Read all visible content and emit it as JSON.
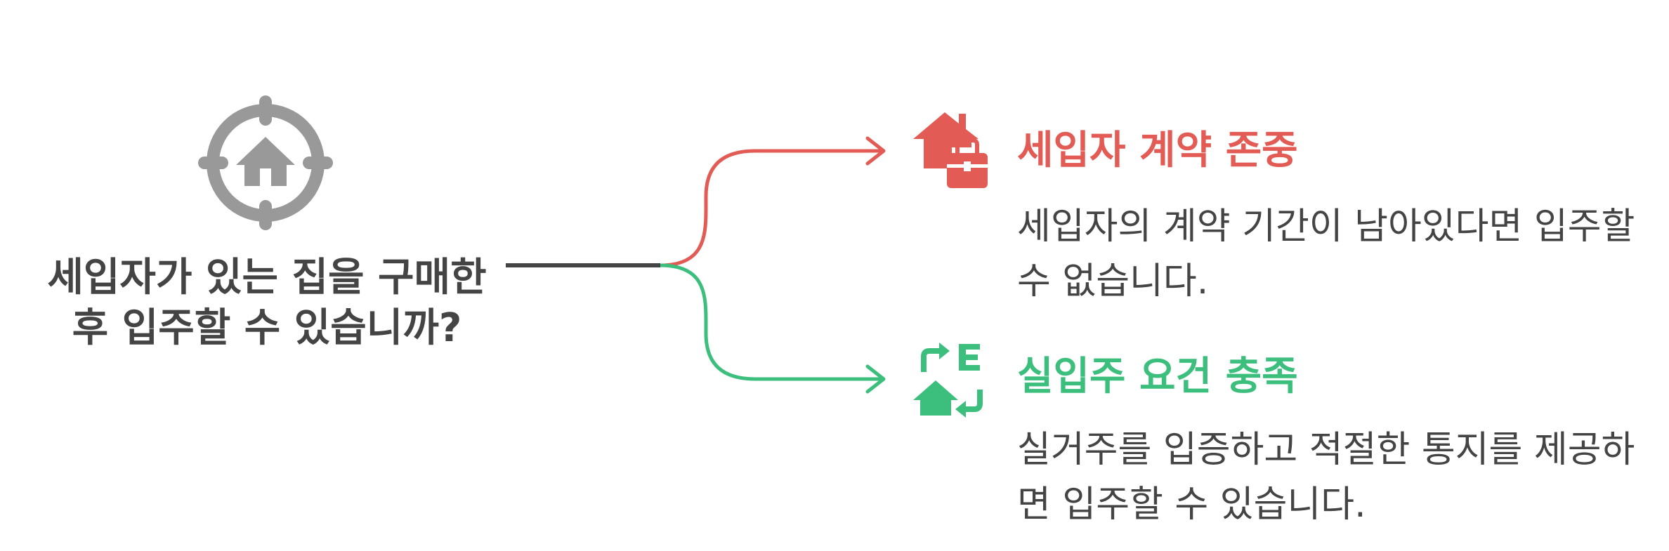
{
  "question": "세입자가 있는 집을 구매한 후 입주할 수 있습니까?",
  "options": [
    {
      "title": "세입자 계약 존중",
      "description": "세입자의 계약 기간이 남아있다면 입주할 수 없습니다.",
      "color": "#e35b55",
      "icon": "house-lock-icon"
    },
    {
      "title": "실입주 요건 충족",
      "description": "실거주를 입증하고 적절한 통지를 제공하면 입주할 수 있습니다.",
      "color": "#3cbf7d",
      "icon": "house-exchange-icon"
    }
  ],
  "colors": {
    "question": "#444444",
    "icon_gray": "#999999",
    "line": "#444444"
  },
  "central_icon": "target-house-icon"
}
